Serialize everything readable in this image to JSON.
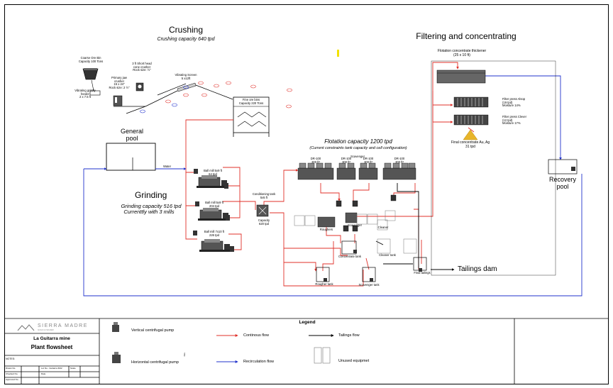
{
  "sections": {
    "crushing": {
      "title": "Crushing",
      "subtitle": "Crushing capacity 640 tpd"
    },
    "filtering": {
      "title": "Filtering and concentrating"
    },
    "flotation": {
      "title": "Flotation capacity 1200 tpd",
      "subtitle": "(Current constraints tank capacity and cell configuration)"
    },
    "grinding": {
      "title": "Grinding",
      "subtitle1": "Grinding capacity 516 tpd",
      "subtitle2": "Currenttly with 3 mills"
    },
    "general_pool": {
      "line1": "General",
      "line2": "pool"
    },
    "recovery_pool": {
      "line1": "Recovery",
      "line2": "pool"
    },
    "tailings_dam": "Tailings dam"
  },
  "equipment": {
    "coarse_bin": [
      "Coarse Ore Bin",
      "Capacity 100 Tons"
    ],
    "grizzly": [
      "Vibrating grizzly",
      "feeder",
      "2 x 7.5 ft"
    ],
    "jaw": [
      "Primary jaw",
      "crusher",
      "15 x 24\"",
      "Rock size: 2 ½\""
    ],
    "cone": [
      "3 ft Short head",
      "cone crusher",
      "Rock size: ½\""
    ],
    "screen": [
      "Vibrating Screen",
      "5 x12ft"
    ],
    "fine_bin": [
      "Fine ore bins",
      "Capacity 220 Tons"
    ],
    "water": "Water",
    "mill1": [
      "Ball mill 5x9 ft",
      "64 tpd"
    ],
    "mill2": [
      "Ball mill 5x9 ft",
      "204 tpd"
    ],
    "mill3": [
      "Ball mill 7x10 ft",
      "226 tpd"
    ],
    "cond_tank": [
      "Conditioning tank",
      "5x5 ft"
    ],
    "cond_cap": [
      "Capacity",
      "620 tpd"
    ],
    "scavenger_top": "Scavenger",
    "cells": [
      "DR-100 300 ft³",
      "DR-100 300 ft³",
      "DR-100 300 ft³",
      "DR-100 300 ft³"
    ],
    "roughers": "Roughers",
    "scavenger_mid": "Scavenger",
    "cleaner": "Cleaner",
    "concentrate_tank": "Concentrate tank",
    "cleaner_tank": "Cleaner tank",
    "rougher_tank": "Rougher tank",
    "scavenger_tank": "Scavenger tank",
    "final_tailings": "Final tailings",
    "thickener": [
      "Flotation concentrate thickener",
      "(25 x 10 ft)"
    ],
    "press1": [
      "Filter press Alsop",
      "(19 tpd)",
      "Moisture 14%"
    ],
    "press2": [
      "Filter press Clever",
      "(12 tpd)",
      "Moisture 17%"
    ],
    "final_conc": [
      "Final concentrate Au, Ag",
      "31 tpd"
    ]
  },
  "title_block": {
    "company": "SIERRA MADRE",
    "company_sub": "GOLD & SILVER",
    "mine": "La Guitarra mine",
    "doc": "Plant flowsheet",
    "notes": "NOTES:",
    "rows": [
      "Drawn No.",
      "Checked No.",
      "Approved No."
    ],
    "field1": "Lot No.: Guitarra 2022",
    "field2": "Scale",
    "field3": "Date",
    "sheet": "Rev"
  },
  "legend": {
    "title": "Legend",
    "vertical_pump": "Vertical centrifugal pump",
    "horizontal_pump": "Horizontal centrifugal pump",
    "continuous": "Continous flow",
    "recirculation": "Recirculation flow",
    "tailings": "Tailings flow",
    "unused": "Unused equipmet"
  },
  "colors": {
    "continuous": "#e0302a",
    "recirculation": "#2233cc",
    "tailings": "#000000",
    "highlight": "#f2e200"
  }
}
